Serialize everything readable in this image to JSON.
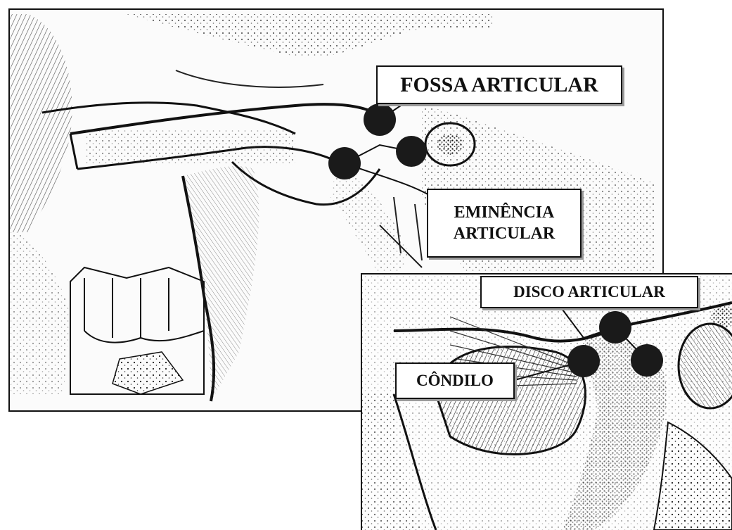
{
  "figure": {
    "labels": {
      "fossa": "FOSSA ARTICULAR",
      "eminencia_line1": "EMINÊNCIA",
      "eminencia_line2": "ARTICULAR",
      "disco": "DISCO ARTICULAR",
      "condilo": "CÔNDILO"
    },
    "colors": {
      "ink": "#111111",
      "marker": "#1a1a1a",
      "paper": "#ffffff"
    }
  }
}
